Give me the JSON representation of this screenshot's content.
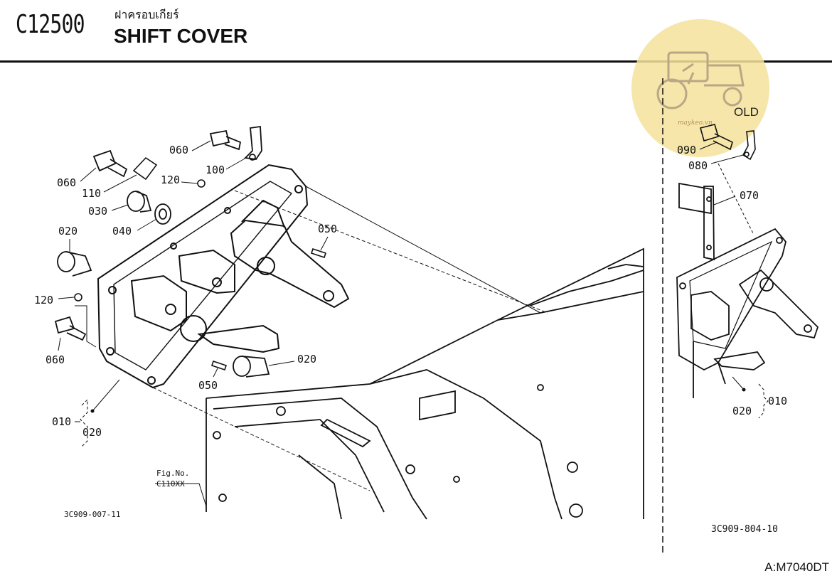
{
  "header": {
    "code": "C12500",
    "title_thai": "ฝาครอบเกียร์",
    "title_en": "SHIFT COVER"
  },
  "watermark": {
    "old_label": "OLD",
    "site": "maykeo.vn",
    "color": "#f5e29a"
  },
  "callouts_main": {
    "c060a": "060",
    "c060b": "060",
    "c110": "110",
    "c100": "100",
    "c120a": "120",
    "c030": "030",
    "c040": "040",
    "c020a": "020",
    "c050a": "050",
    "c120b": "120",
    "c060c": "060",
    "c020b": "020",
    "c050b": "050",
    "c010": "010",
    "c020c": "020"
  },
  "callouts_old": {
    "c090": "090",
    "c080": "080",
    "c070": "070",
    "c010": "010",
    "c020": "020"
  },
  "figure_ref": {
    "label": "Fig.No.",
    "number": "C110XX"
  },
  "drawing_codes": {
    "left": "3C909-007-11",
    "right": "3C909-804-10"
  },
  "footer_model": "A:M7040DT"
}
